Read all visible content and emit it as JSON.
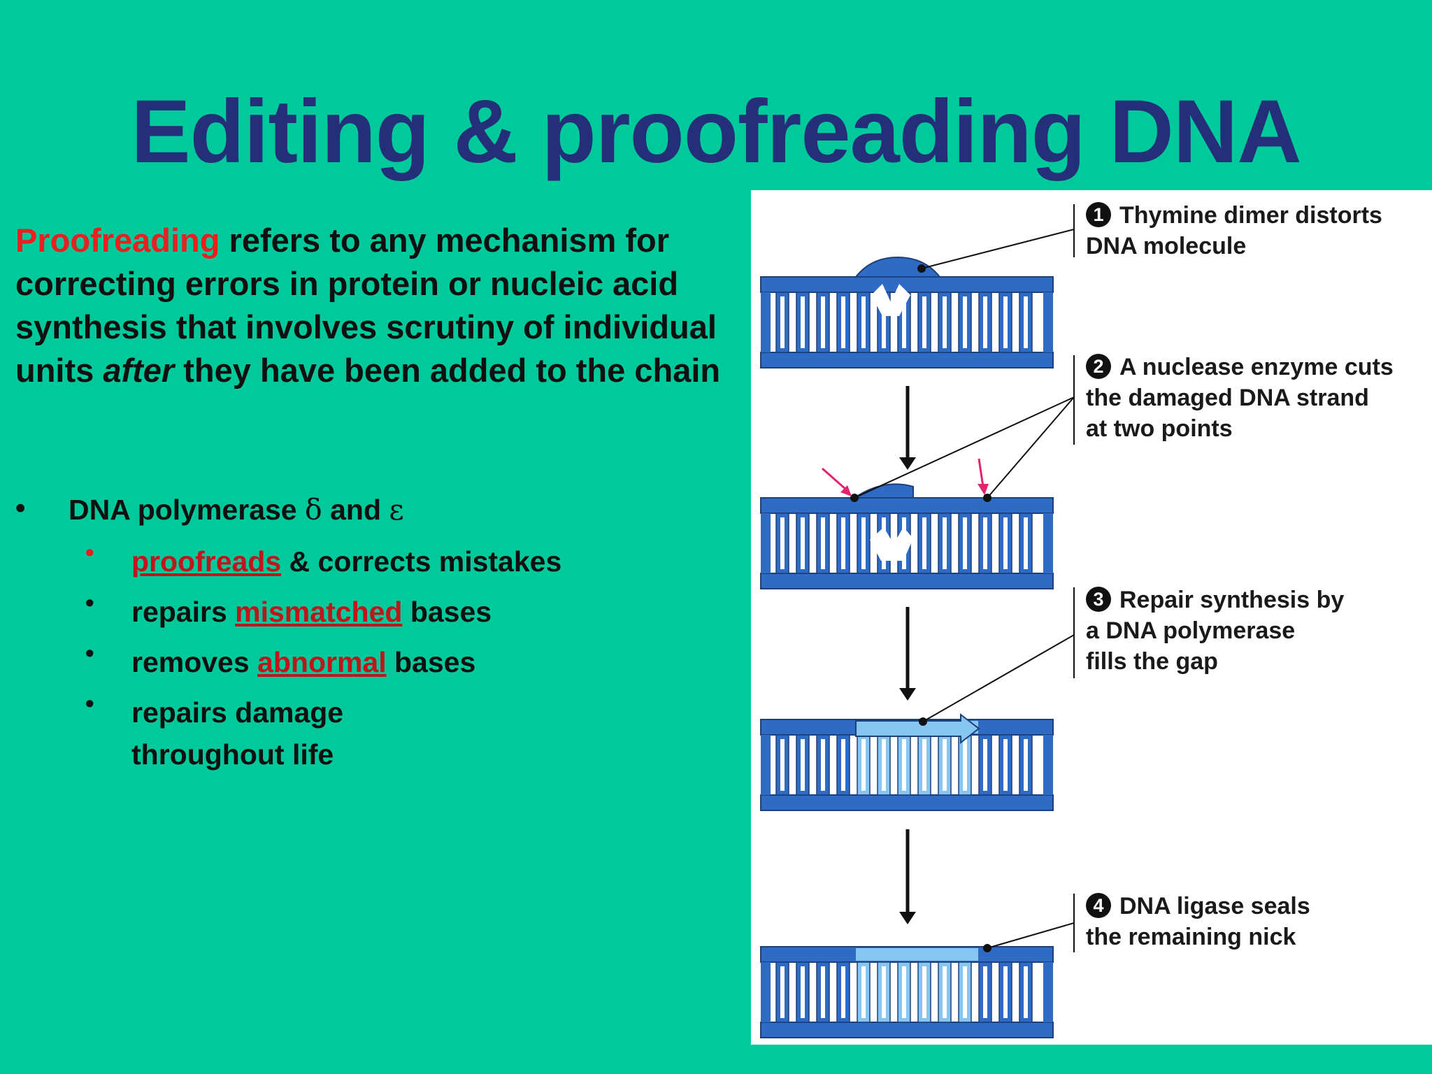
{
  "slide": {
    "title": "Editing & proofreading DNA",
    "intro": {
      "highlight": "Proofreading",
      "text_before_after": " refers to any mechanism for correcting errors in protein or nucleic acid synthesis that involves scrutiny of individual units ",
      "italic": "after",
      "text_end": " they have been added to the chain"
    },
    "bullet": {
      "marker": "•",
      "text_a": "DNA polymerase ",
      "symbol_delta": "δ",
      "text_b": " and ",
      "symbol_epsilon": "ε"
    },
    "sub_bullets": [
      {
        "marker": "•",
        "link": "proofreads",
        "after": " & corrects mistakes"
      },
      {
        "marker": "•",
        "before": "repairs ",
        "link": "mismatched",
        "after": " bases"
      },
      {
        "marker": "•",
        "before": "removes ",
        "link": "abnormal",
        "after": " bases"
      },
      {
        "marker": "•",
        "line1": "repairs damage",
        "line2": "throughout life"
      }
    ]
  },
  "figure": {
    "steps": [
      {
        "num": "1",
        "line1": "Thymine dimer distorts",
        "line2": "DNA molecule"
      },
      {
        "num": "2",
        "line1": "A nuclease enzyme cuts",
        "line2": "the damaged DNA strand",
        "line3": "at two points"
      },
      {
        "num": "3",
        "line1": "Repair synthesis by",
        "line2": "a DNA polymerase",
        "line3": "fills the gap"
      },
      {
        "num": "4",
        "line1": "DNA ligase seals",
        "line2": "the remaining nick"
      }
    ]
  },
  "colors": {
    "background": "#00c99c",
    "title": "#232f78",
    "highlight_red": "#e8201f",
    "link_red": "#c0151a",
    "dna_dark": "#2d6bc4",
    "dna_light": "#86c6f0",
    "cut_arrow": "#e0246e"
  }
}
